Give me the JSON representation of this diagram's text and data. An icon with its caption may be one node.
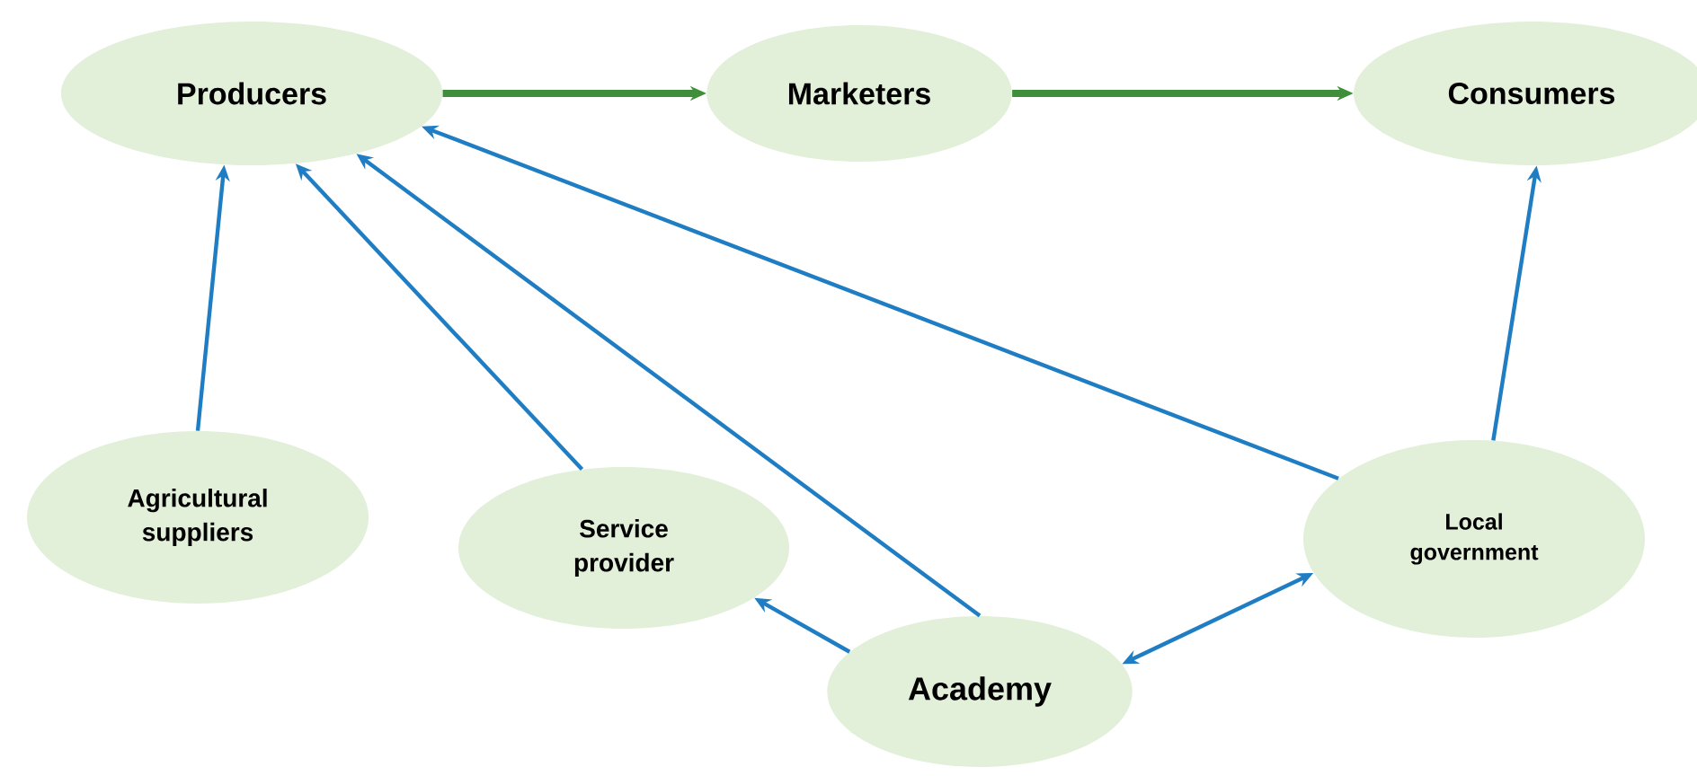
{
  "diagram": {
    "nodes": [
      {
        "text": [
          "Producers"
        ]
      },
      {
        "text": [
          "Marketers"
        ]
      },
      {
        "text": [
          "Consumers"
        ]
      },
      {
        "text": [
          "Agricultural suppliers"
        ]
      },
      {
        "text": [
          "Service provider"
        ]
      },
      {
        "text": [
          "Local government"
        ]
      },
      {
        "text": [
          "Academy"
        ]
      }
    ],
    "edges": [
      {
        "from": 0,
        "to": 1,
        "arrow": "to",
        "style": "thick",
        "color": "#3e8e3a"
      },
      {
        "from": 1,
        "to": 2,
        "arrow": "to",
        "style": "thick",
        "color": "#3e8e3a"
      },
      {
        "from": 3,
        "to": 0,
        "arrow": "to"
      },
      {
        "from": 4,
        "to": 0,
        "arrow": "to"
      },
      {
        "from": 6,
        "to": 0,
        "arrow": "to"
      },
      {
        "from": 5,
        "to": 0,
        "arrow": "to"
      },
      {
        "from": 5,
        "to": 2,
        "arrow": "to"
      },
      {
        "from": 6,
        "to": 4,
        "arrow": "to"
      },
      {
        "from": 6,
        "to": 5,
        "arrow": "both"
      }
    ]
  }
}
